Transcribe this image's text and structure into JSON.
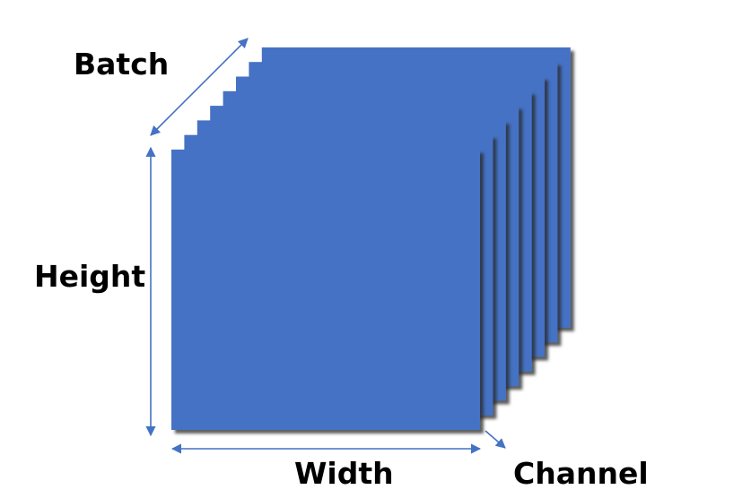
{
  "labels": {
    "batch": "Batch",
    "height": "Height",
    "width": "Width",
    "channel": "Channel"
  },
  "colors": {
    "sheet_fill": "#4472C4",
    "sheet_shadow": "#2B2B2B",
    "arrow": "#4472C4"
  },
  "sheets": {
    "count": 8
  }
}
